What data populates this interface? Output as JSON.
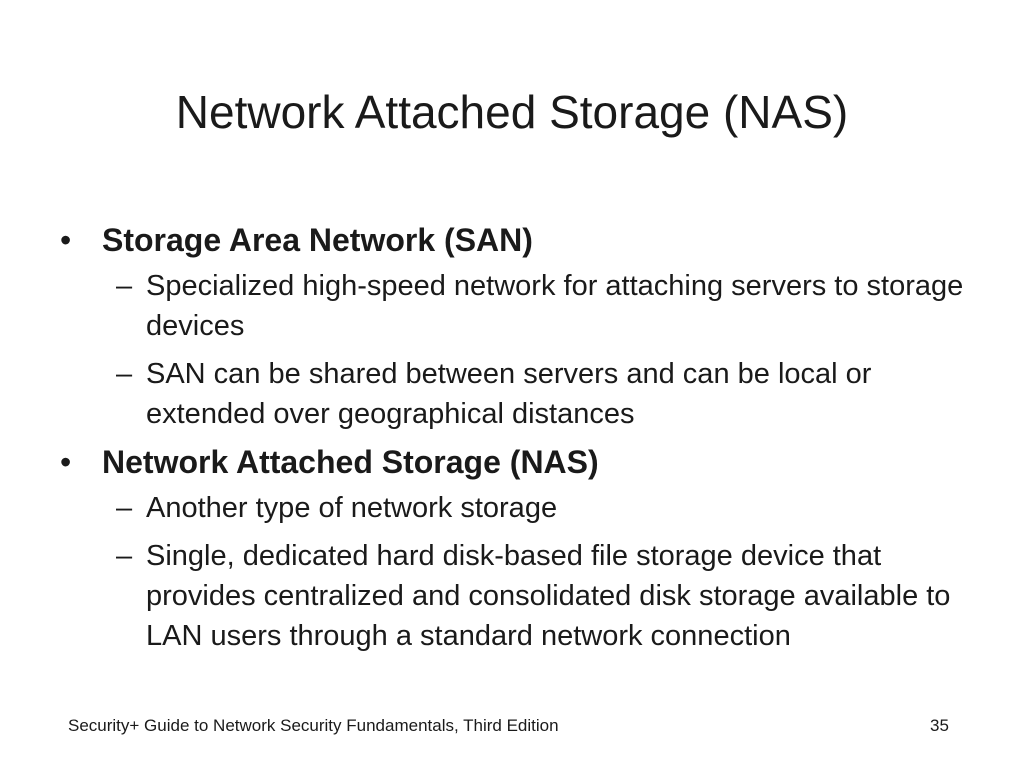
{
  "slide": {
    "title": "Network Attached Storage (NAS)",
    "bullets": [
      {
        "marker": "•",
        "heading": "Storage Area Network (SAN)",
        "subitems": [
          {
            "marker": "–",
            "text": "Specialized high-speed network for attaching servers to storage devices"
          },
          {
            "marker": "–",
            "text": "SAN can be shared between servers and can be local or extended over geographical distances"
          }
        ]
      },
      {
        "marker": "•",
        "heading": "Network Attached Storage (NAS)",
        "subitems": [
          {
            "marker": "–",
            "text": "Another type of network storage"
          },
          {
            "marker": "–",
            "text": "Single, dedicated hard disk-based file storage device that provides centralized and consolidated disk storage available to LAN users through a standard network connection"
          }
        ]
      }
    ]
  },
  "footer": {
    "book_title": "Security+ Guide to Network Security Fundamentals, Third Edition",
    "page_number": "35"
  }
}
